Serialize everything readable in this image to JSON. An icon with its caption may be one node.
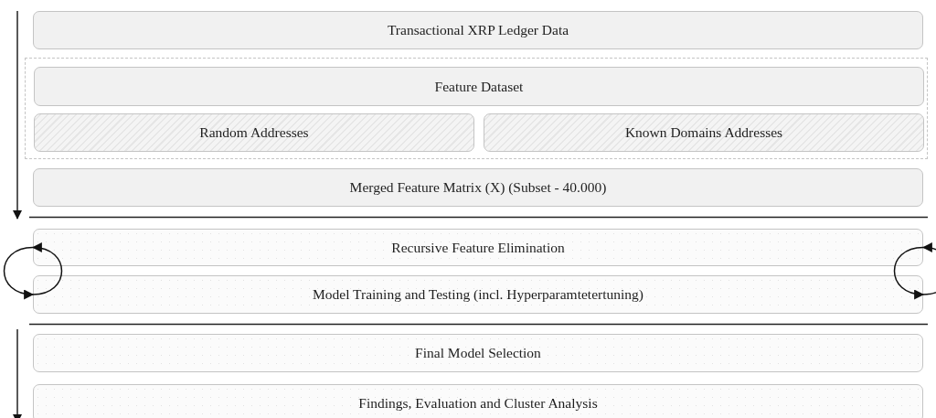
{
  "diagram": {
    "nodes": [
      {
        "text": [
          "Transactional XRP Ledger Data"
        ]
      },
      {
        "text": [],
        "shape": "box"
      },
      {
        "text": [
          "Feature Dataset"
        ],
        "in": 1
      },
      {
        "text": [
          "Random Addresses"
        ],
        "in": 1
      },
      {
        "text": [
          "Known Domains Addresses"
        ],
        "in": 1
      },
      {
        "text": [
          "Merged Feature Matrix (X) (Subset - 40.000)"
        ]
      },
      {
        "text": [
          "Recursive Feature Elimination"
        ]
      },
      {
        "text": [
          "Model Training and Testing (incl. Hyperparamtetertuning)"
        ]
      },
      {
        "text": [
          "Final Model Selection"
        ]
      },
      {
        "text": [
          "Findings, Evaluation and Cluster Analysis"
        ]
      }
    ],
    "edges": [
      {
        "from": 7,
        "to": 6,
        "arrow": "to"
      },
      {
        "from": 6,
        "to": 7,
        "arrow": "to"
      },
      {
        "from": 7,
        "to": 6,
        "arrow": "to"
      },
      {
        "from": 6,
        "to": 7,
        "arrow": "to"
      }
    ]
  }
}
